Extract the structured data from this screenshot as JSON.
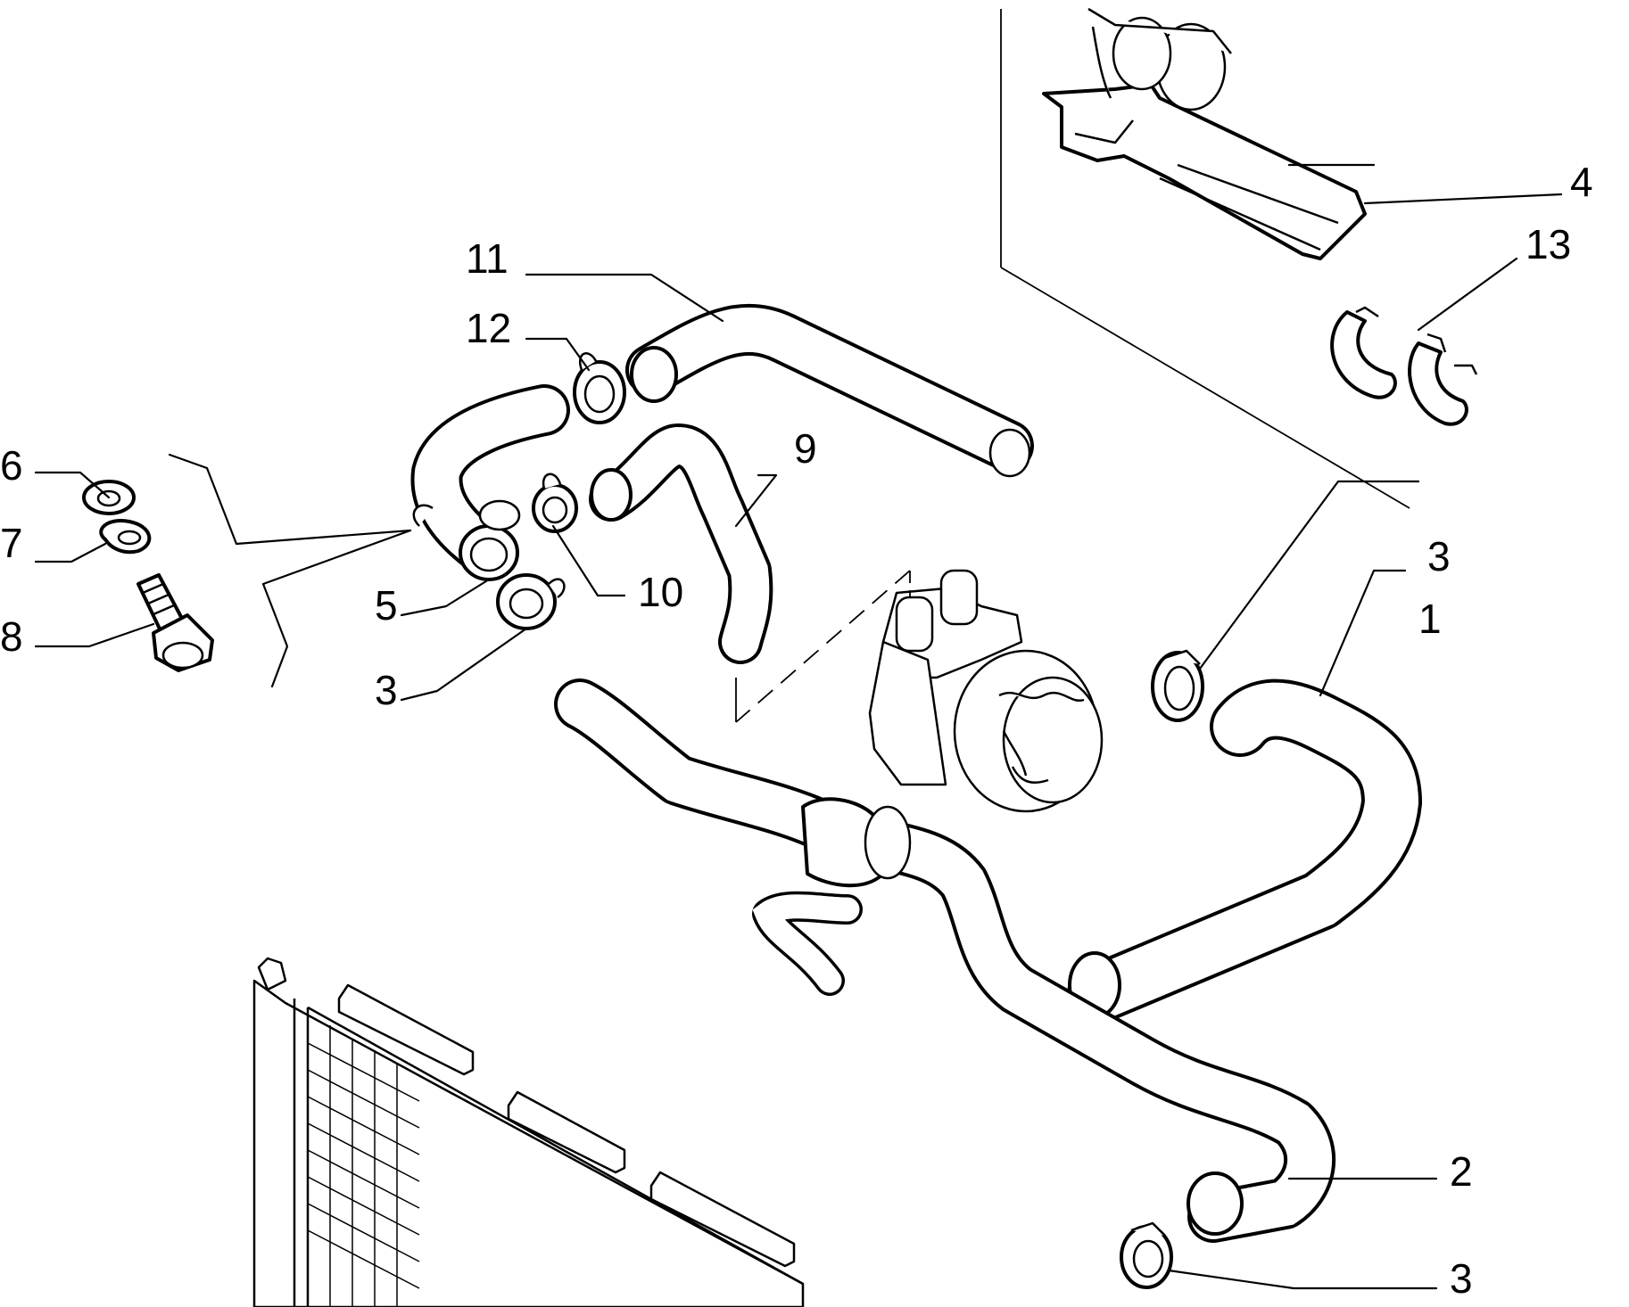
{
  "callouts": {
    "c1": "1",
    "c2": "2",
    "c3a": "3",
    "c3b": "3",
    "c3c": "3",
    "c4": "4",
    "c5": "5",
    "c6": "6",
    "c7": "7",
    "c8": "8",
    "c9": "9",
    "c10": "10",
    "c11": "11",
    "c12": "12",
    "c13": "13"
  }
}
